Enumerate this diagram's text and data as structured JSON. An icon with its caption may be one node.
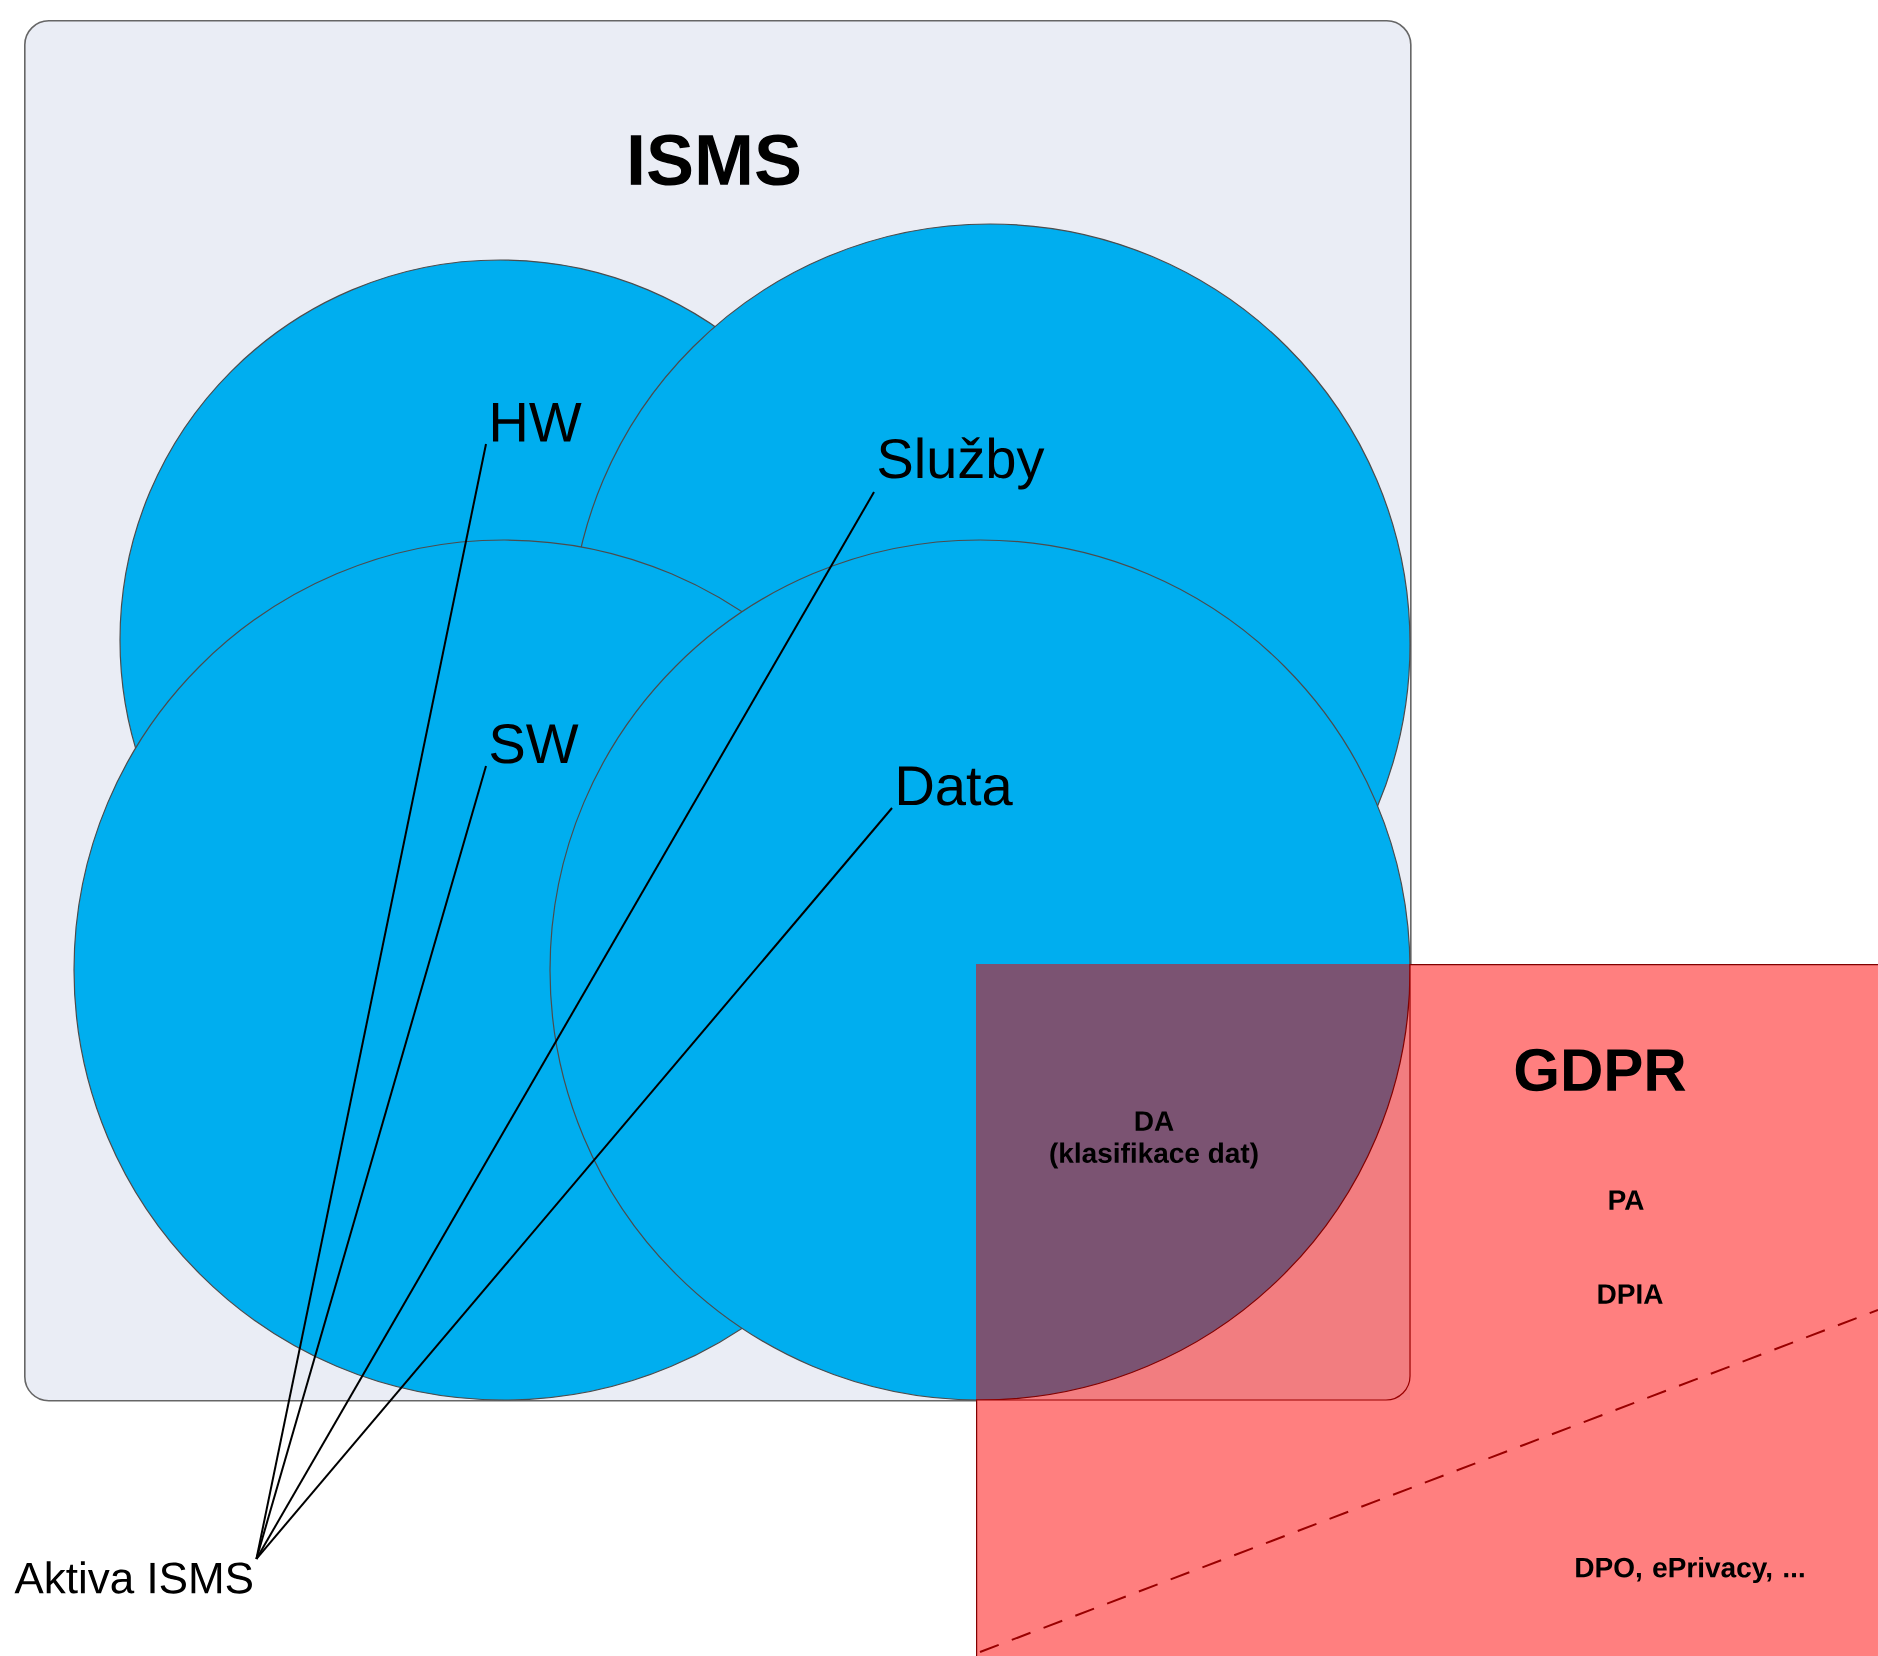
{
  "diagram": {
    "nodes": [
      {
        "text": [
          "ISMS"
        ]
      },
      {
        "text": [
          "HW"
        ],
        "in": 0
      },
      {
        "text": [
          "Služby"
        ],
        "in": 0
      },
      {
        "text": [
          "SW"
        ],
        "in": 0
      },
      {
        "text": [
          "Data"
        ],
        "in": 0
      },
      {
        "text": [
          "GDPR",
          "DA (klasifikace dat)",
          "PA",
          "DPIA",
          "DPO, ePrivacy, ..."
        ]
      },
      {
        "text": [
          "Aktiva ISMS"
        ]
      }
    ],
    "edges": [
      {
        "from": 6,
        "to": 1,
        "arrow": "none"
      },
      {
        "from": 6,
        "to": 3,
        "arrow": "none"
      },
      {
        "from": 6,
        "to": 2,
        "arrow": "none"
      },
      {
        "from": 6,
        "to": 4,
        "arrow": "none"
      }
    ]
  }
}
